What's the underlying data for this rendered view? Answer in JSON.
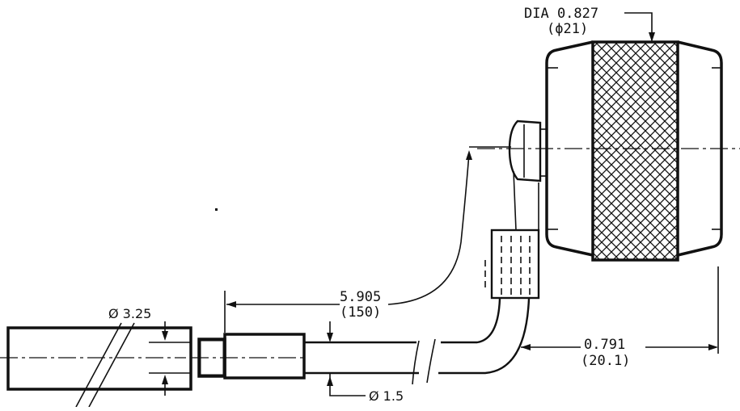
{
  "dimensions": {
    "connector_dia": {
      "inch": "DIA 0.827",
      "mm": "(ϕ21)"
    },
    "cable_length": {
      "inch": "5.905",
      "mm": "(150)"
    },
    "offset": {
      "inch": "0.791",
      "mm": "(20.1)"
    },
    "tube_dia": {
      "label": "Ø 3.25"
    },
    "cable_dia": {
      "label": "Ø 1.5"
    }
  }
}
